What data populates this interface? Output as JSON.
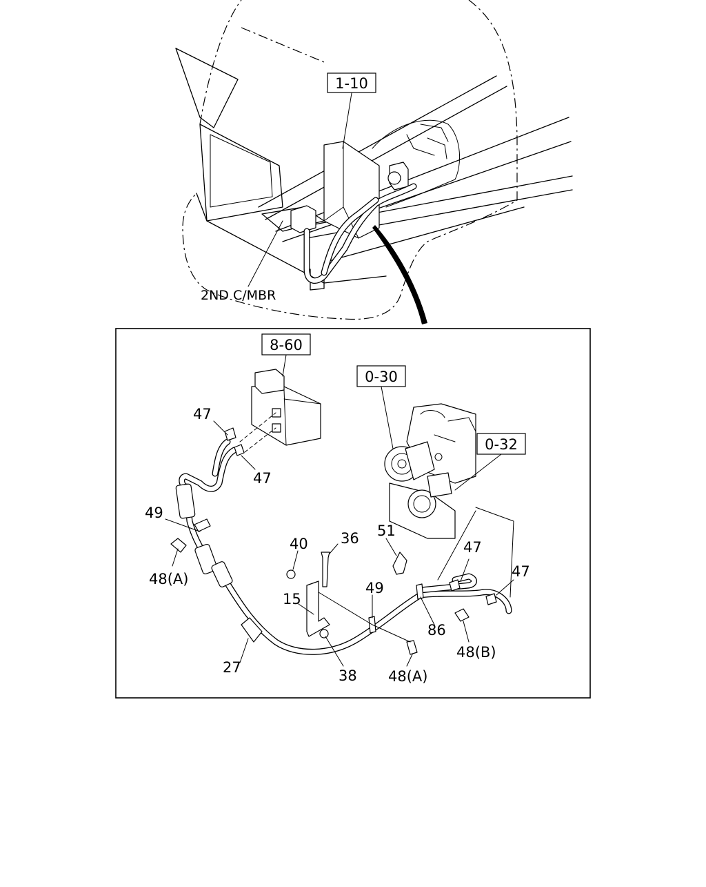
{
  "boxed_refs": [
    {
      "id": "ref-1-10",
      "text": "1-10"
    },
    {
      "id": "ref-8-60",
      "text": "8-60"
    },
    {
      "id": "ref-0-30",
      "text": "0-30"
    },
    {
      "id": "ref-0-32",
      "text": "0-32"
    }
  ],
  "labels": {
    "member": "2ND C/MBR",
    "p47a": "47",
    "p47b": "47",
    "p47c": "47",
    "p47d": "47",
    "p49a": "49",
    "p49b": "49",
    "p48a1": "48(A)",
    "p48a2": "48(A)",
    "p48b": "48(B)",
    "p40": "40",
    "p36": "36",
    "p51": "51",
    "p15": "15",
    "p27": "27",
    "p38": "38",
    "p86": "86"
  }
}
